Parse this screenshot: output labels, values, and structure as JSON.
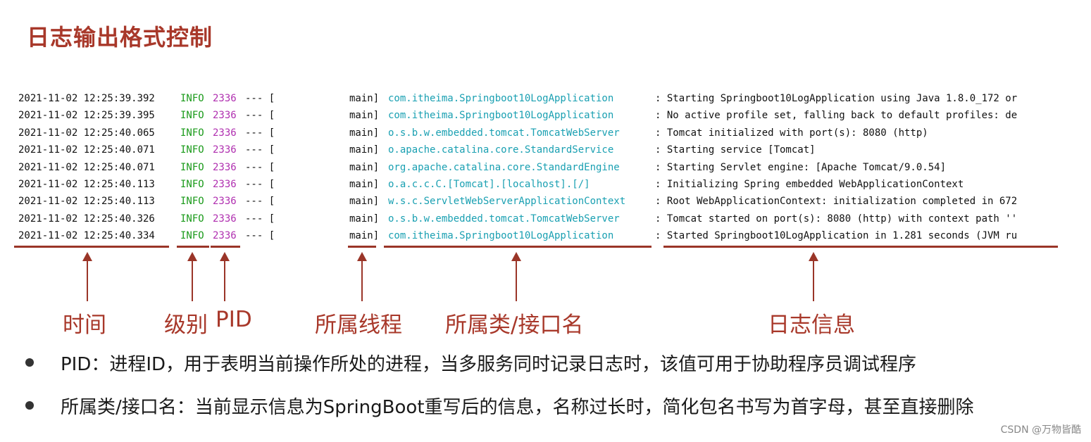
{
  "title": "日志输出格式控制",
  "log_rows": [
    {
      "time": "2021-11-02 12:25:39.392",
      "level": "INFO",
      "pid": "2336",
      "sep": "--- [",
      "thread": "main]",
      "logger": "com.itheima.Springboot10LogApplication",
      "message": ": Starting Springboot10LogApplication using Java 1.8.0_172 or"
    },
    {
      "time": "2021-11-02 12:25:39.395",
      "level": "INFO",
      "pid": "2336",
      "sep": "--- [",
      "thread": "main]",
      "logger": "com.itheima.Springboot10LogApplication",
      "message": ": No active profile set, falling back to default profiles: de"
    },
    {
      "time": "2021-11-02 12:25:40.065",
      "level": "INFO",
      "pid": "2336",
      "sep": "--- [",
      "thread": "main]",
      "logger": "o.s.b.w.embedded.tomcat.TomcatWebServer",
      "message": ": Tomcat initialized with port(s): 8080 (http)"
    },
    {
      "time": "2021-11-02 12:25:40.071",
      "level": "INFO",
      "pid": "2336",
      "sep": "--- [",
      "thread": "main]",
      "logger": "o.apache.catalina.core.StandardService",
      "message": ": Starting service [Tomcat]"
    },
    {
      "time": "2021-11-02 12:25:40.071",
      "level": "INFO",
      "pid": "2336",
      "sep": "--- [",
      "thread": "main]",
      "logger": "org.apache.catalina.core.StandardEngine",
      "message": ": Starting Servlet engine: [Apache Tomcat/9.0.54]"
    },
    {
      "time": "2021-11-02 12:25:40.113",
      "level": "INFO",
      "pid": "2336",
      "sep": "--- [",
      "thread": "main]",
      "logger": "o.a.c.c.C.[Tomcat].[localhost].[/]",
      "message": ": Initializing Spring embedded WebApplicationContext"
    },
    {
      "time": "2021-11-02 12:25:40.113",
      "level": "INFO",
      "pid": "2336",
      "sep": "--- [",
      "thread": "main]",
      "logger": "w.s.c.ServletWebServerApplicationContext",
      "message": ": Root WebApplicationContext: initialization completed in 672"
    },
    {
      "time": "2021-11-02 12:25:40.326",
      "level": "INFO",
      "pid": "2336",
      "sep": "--- [",
      "thread": "main]",
      "logger": "o.s.b.w.embedded.tomcat.TomcatWebServer",
      "message": ": Tomcat started on port(s): 8080 (http) with context path ''"
    },
    {
      "time": "2021-11-02 12:25:40.334",
      "level": "INFO",
      "pid": "2336",
      "sep": "--- [",
      "thread": "main]",
      "logger": "com.itheima.Springboot10LogApplication",
      "message": ": Started Springboot10LogApplication in 1.281 seconds (JVM ru"
    }
  ],
  "labels": {
    "time": "时间",
    "level": "级别",
    "pid": "PID",
    "thread": "所属线程",
    "logger": "所属类/接口名",
    "message": "日志信息"
  },
  "bullets": [
    "PID：进程ID，用于表明当前操作所处的进程，当多服务同时记录日志时，该值可用于协助程序员调试程序",
    "所属类/接口名：当前显示信息为SpringBoot重写后的信息，名称过长时，简化包名书写为首字母，甚至直接删除"
  ],
  "watermark": "CSDN @万物皆酷"
}
